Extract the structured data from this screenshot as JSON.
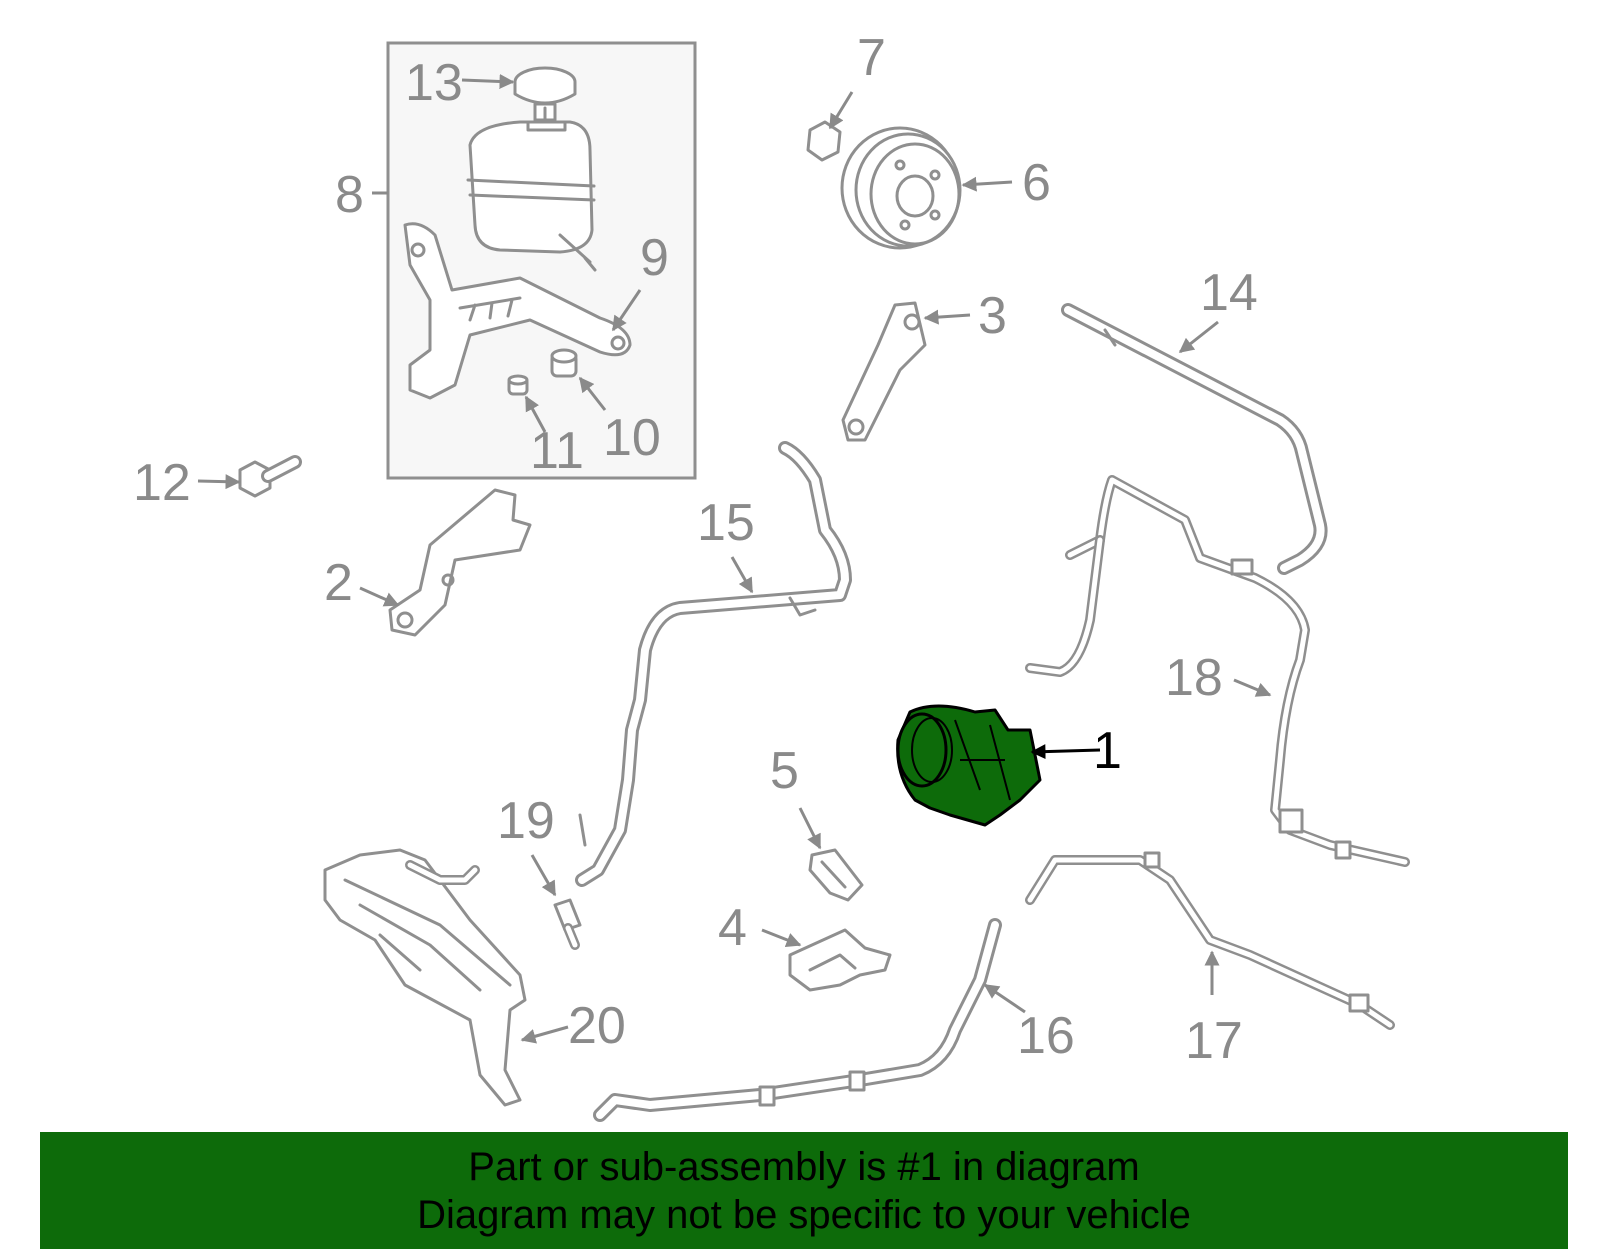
{
  "callouts": {
    "c1": "1",
    "c2": "2",
    "c3": "3",
    "c4": "4",
    "c5": "5",
    "c6": "6",
    "c7": "7",
    "c8": "8",
    "c9": "9",
    "c10": "10",
    "c11": "11",
    "c12": "12",
    "c13": "13",
    "c14": "14",
    "c15": "15",
    "c16": "16",
    "c17": "17",
    "c18": "18",
    "c19": "19",
    "c20": "20"
  },
  "highlighted_part": "1",
  "colors": {
    "highlight": "#0d6b0a",
    "banner": "#0d6b0a",
    "line_art": "#8f8f8f",
    "callout_text": "#8a8a8a",
    "main_callout_text": "#000000"
  },
  "banner": {
    "line1": "Part or sub-assembly is #1 in diagram",
    "line2": "Diagram may not be specific to your vehicle"
  }
}
